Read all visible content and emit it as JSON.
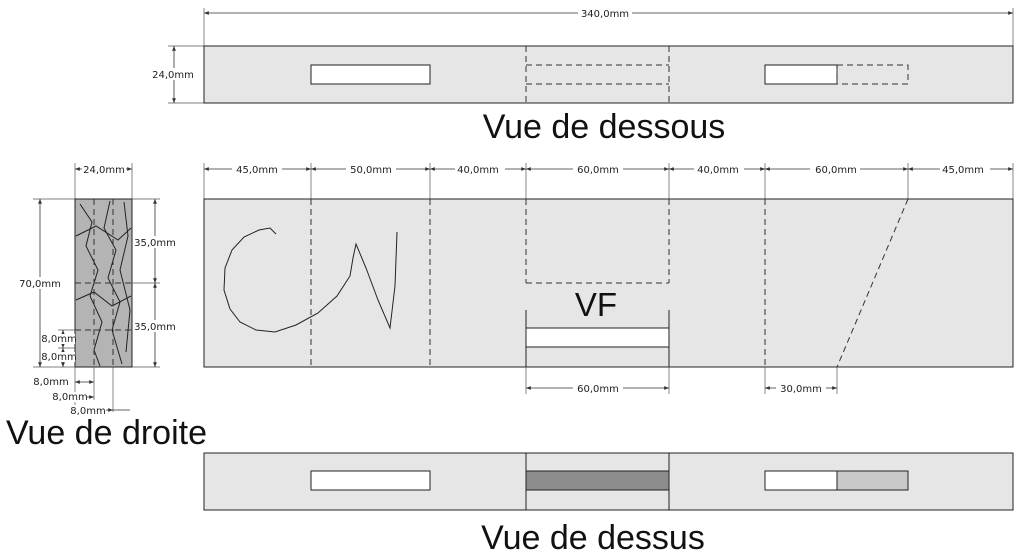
{
  "views": {
    "bottom_label": "Vue de dessous",
    "right_label": "Vue de droite",
    "top_label": "Vue de dessus",
    "front_label": "VF"
  },
  "dimensions": {
    "total_length": "340,0mm",
    "bottom_height": "24,0mm",
    "seg1": "45,0mm",
    "seg2": "50,0mm",
    "seg3": "40,0mm",
    "seg4": "60,0mm",
    "seg5": "40,0mm",
    "seg6": "60,0mm",
    "seg7": "45,0mm",
    "front_lower_60": "60,0mm",
    "front_lower_30": "30,0mm",
    "side_width": "24,0mm",
    "side_height": "70,0mm",
    "side_35_top": "35,0mm",
    "side_35_bottom": "35,0mm",
    "side_8_a": "8,0mm",
    "side_8_b": "8,0mm",
    "side_8_c": "8,0mm",
    "side_8_d": "8,0mm",
    "side_8_e": "8,0mm"
  },
  "colors": {
    "part_fill": "#e6e6e6",
    "dark_fill": "#8c8c8c",
    "light_fill": "#c8c8c8",
    "side_fill": "#b4b4b4"
  }
}
